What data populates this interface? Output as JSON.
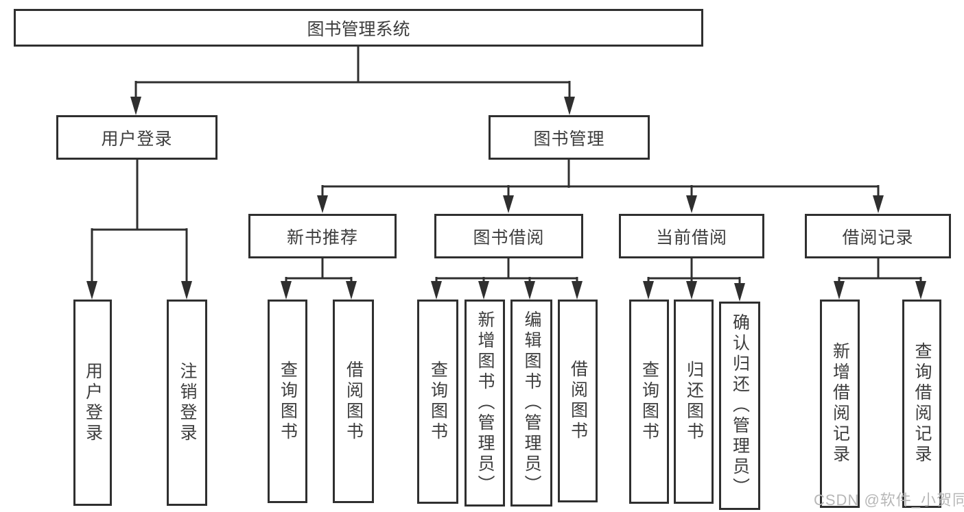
{
  "tree": {
    "root": {
      "label": "图书管理系统"
    },
    "branches": [
      {
        "label": "用户登录",
        "children": [
          {
            "label": "用户登录"
          },
          {
            "label": "注销登录"
          }
        ]
      },
      {
        "label": "图书管理",
        "children": [
          {
            "label": "新书推荐",
            "children": [
              {
                "label": "查询图书"
              },
              {
                "label": "借阅图书"
              }
            ]
          },
          {
            "label": "图书借阅",
            "children": [
              {
                "label": "查询图书"
              },
              {
                "label": "新增图书（管理员）"
              },
              {
                "label": "编辑图书（管理员）"
              },
              {
                "label": "借阅图书"
              }
            ]
          },
          {
            "label": "当前借阅",
            "children": [
              {
                "label": "查询图书"
              },
              {
                "label": "归还图书"
              },
              {
                "label": "确认归还（管理员）"
              }
            ]
          },
          {
            "label": "借阅记录",
            "children": [
              {
                "label": "新增借阅记录"
              },
              {
                "label": "查询借阅记录"
              }
            ]
          }
        ]
      }
    ]
  },
  "watermark": {
    "text": "CSDN @软件_小贺同学"
  },
  "colors": {
    "line": "#2f2f2f",
    "text": "#3d3d3d",
    "watermark": "#b7b7b7",
    "background": "#ffffff"
  }
}
